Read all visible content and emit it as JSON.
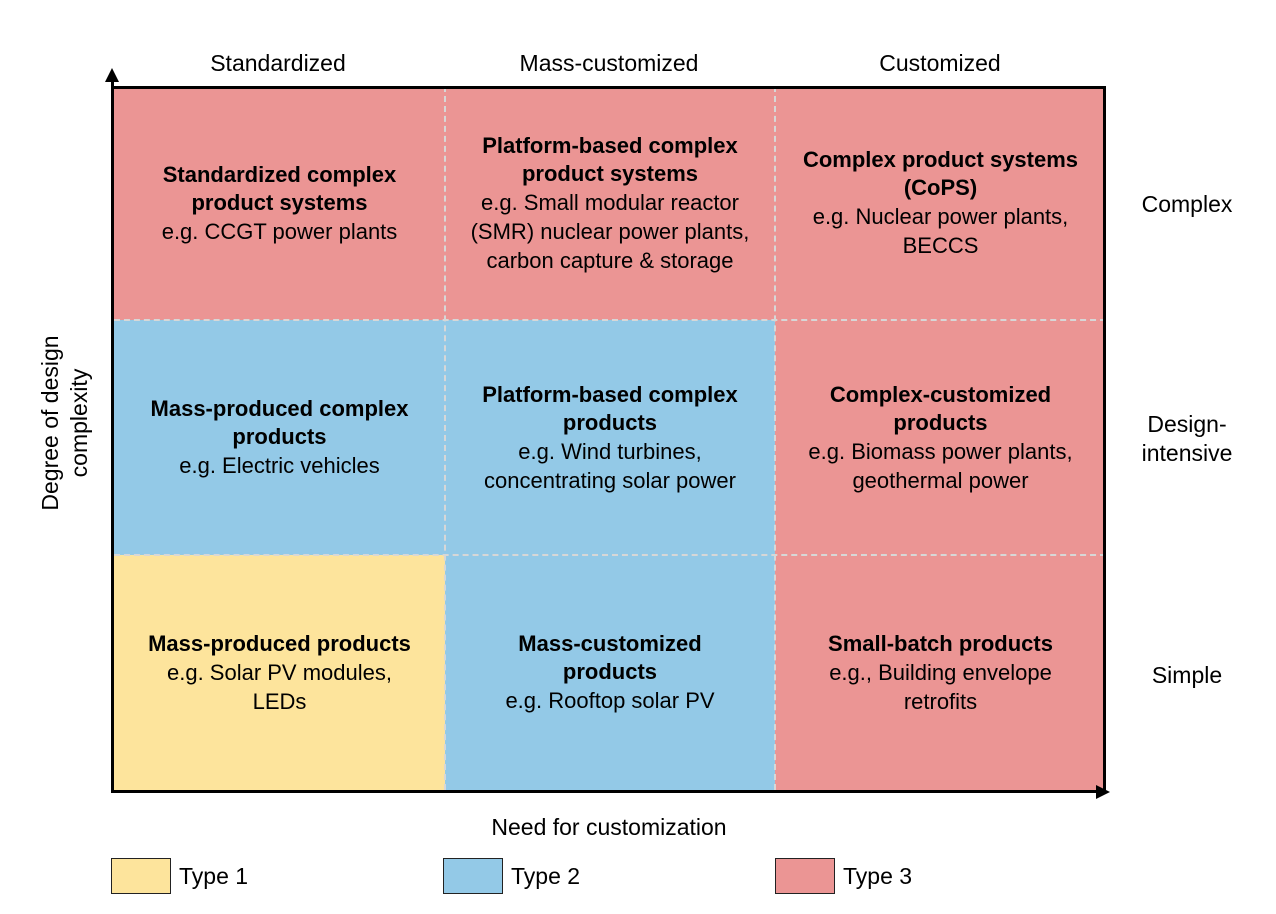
{
  "columns": [
    "Standardized",
    "Mass-customized",
    "Customized"
  ],
  "rows": [
    "Complex",
    "Design-\nintensive",
    "Simple"
  ],
  "axes": {
    "y_label": "Degree of design\ncomplexity",
    "x_label": "Need for customization"
  },
  "cells": [
    {
      "title": "Standardized complex\nproduct systems",
      "desc": "e.g. CCGT power plants",
      "type": "type3"
    },
    {
      "title": "Platform-based complex\nproduct systems",
      "desc": "e.g. Small modular reactor\n(SMR) nuclear power plants,\ncarbon capture & storage",
      "type": "type3"
    },
    {
      "title": "Complex product systems\n(CoPS)",
      "desc": "e.g. Nuclear power plants,\nBECCS",
      "type": "type3"
    },
    {
      "title": "Mass-produced complex\nproducts",
      "desc": "e.g. Electric vehicles",
      "type": "type2"
    },
    {
      "title": "Platform-based complex\nproducts",
      "desc": "e.g. Wind turbines,\nconcentrating solar power",
      "type": "type2"
    },
    {
      "title": "Complex-customized\nproducts",
      "desc": "e.g. Biomass power plants,\ngeothermal power",
      "type": "type3"
    },
    {
      "title": "Mass-produced products",
      "desc": "e.g. Solar PV modules,\nLEDs",
      "type": "type1"
    },
    {
      "title": "Mass-customized\nproducts",
      "desc": "e.g. Rooftop solar PV",
      "type": "type2"
    },
    {
      "title": "Small-batch products",
      "desc": "e.g., Building envelope\nretrofits",
      "type": "type3"
    }
  ],
  "legend": [
    {
      "label": "Type 1",
      "color": "#fde49c"
    },
    {
      "label": "Type 2",
      "color": "#93c9e7"
    },
    {
      "label": "Type 3",
      "color": "#eb9594"
    }
  ],
  "colors": {
    "type1": "#fde49c",
    "type2": "#93c9e7",
    "type3": "#eb9594"
  }
}
